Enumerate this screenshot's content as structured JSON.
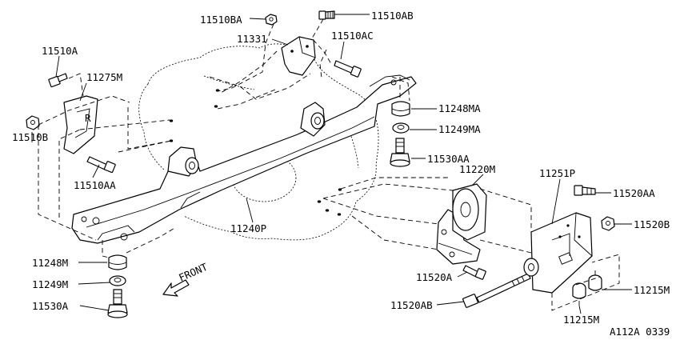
{
  "labels": {
    "p11510BA": "11510BA",
    "p11510AB": "11510AB",
    "p11331": "11331",
    "p11510AC": "11510AC",
    "p11510A": "11510A",
    "p11275M": "11275M",
    "p11510B": "11510B",
    "p11510AA": "11510AA",
    "p11248MA": "11248MA",
    "p11249MA": "11249MA",
    "p11530AA": "11530AA",
    "p11220M": "11220M",
    "p11251P": "11251P",
    "p11520AA": "11520AA",
    "p11520B": "11520B",
    "p11240P": "11240P",
    "p11248M": "11248M",
    "p11249M": "11249M",
    "p11530A": "11530A",
    "p11520A": "11520A",
    "p11520AB": "11520AB",
    "p11215M_a": "11215M",
    "p11215M_b": "11215M",
    "front": "FRONT",
    "catalog": "A112A 0339"
  },
  "icons": {
    "front_arrow": "front-direction-arrow-icon"
  }
}
